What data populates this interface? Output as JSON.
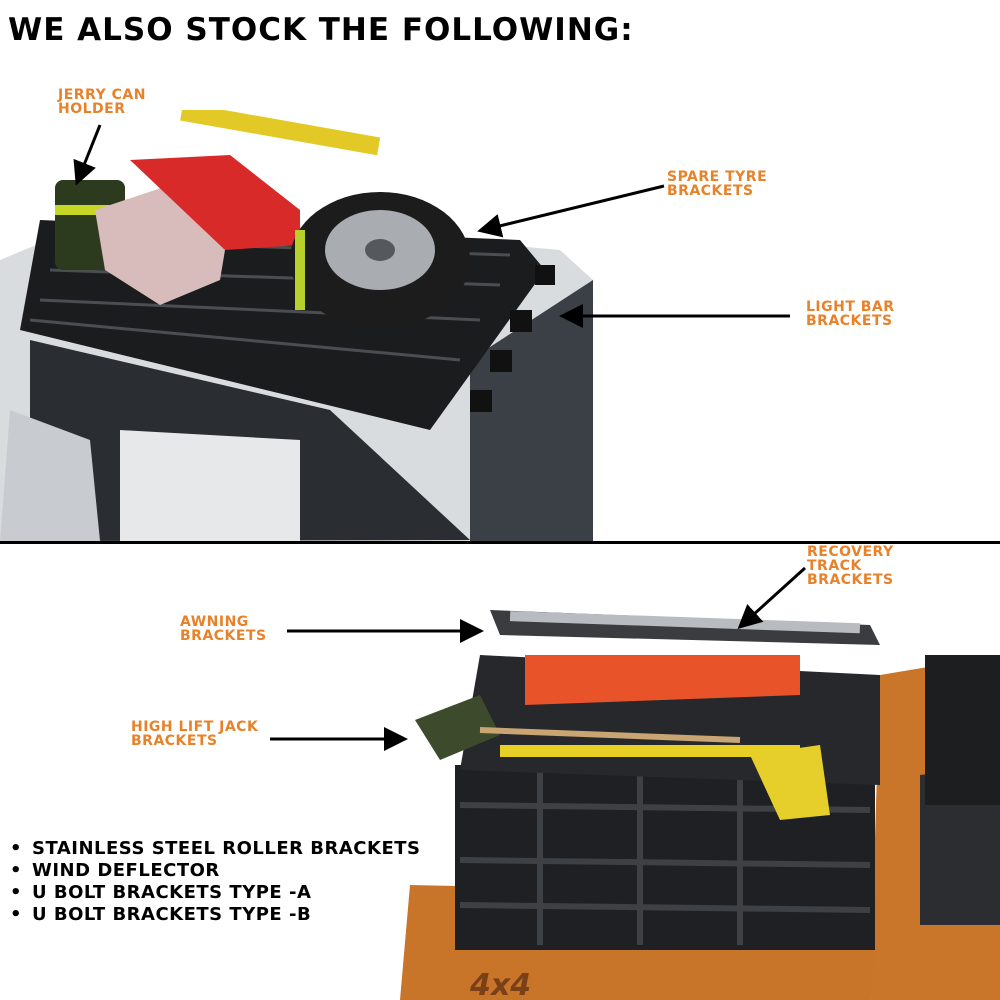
{
  "title": "WE ALSO STOCK THE FOLLOWING:",
  "top_photo": {
    "labels": [
      {
        "line1": "JERRY CAN",
        "line2": "HOLDER"
      },
      {
        "line1": "SPARE TYRE",
        "line2": "BRACKETS"
      },
      {
        "line1": "LIGHT BAR",
        "line2": "BRACKETS"
      }
    ]
  },
  "bottom_photo": {
    "labels": [
      {
        "line1": "RECOVERY",
        "line2": "TRACK",
        "line3": "BRACKETS"
      },
      {
        "line1": "AWNING",
        "line2": "BRACKETS"
      },
      {
        "line1": "HIGH LIFT JACK",
        "line2": "BRACKETS"
      }
    ],
    "badge": "4x4"
  },
  "list": [
    "STAINLESS STEEL ROLLER BRACKETS",
    "WIND DEFLECTOR",
    "U BOLT BRACKETS TYPE -A",
    "U BOLT BRACKETS TYPE -B"
  ],
  "colors": {
    "accent": "#e8822a",
    "text": "#000000"
  }
}
